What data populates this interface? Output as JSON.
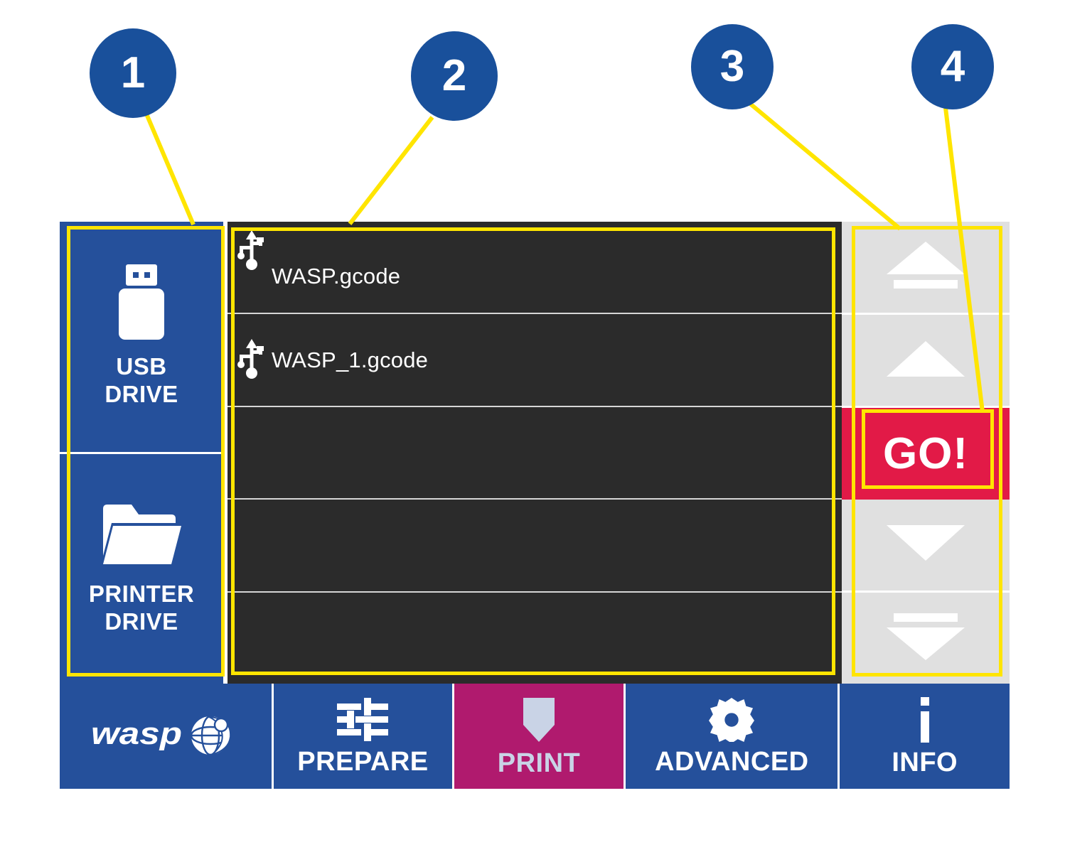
{
  "callouts": [
    {
      "number": "1",
      "target": "usb-drive-sidebar"
    },
    {
      "number": "2",
      "target": "file-list"
    },
    {
      "number": "3",
      "target": "navigation-column"
    },
    {
      "number": "4",
      "target": "go-button"
    }
  ],
  "sidebar": {
    "items": [
      {
        "icon": "usb-stick-icon",
        "label_line1": "USB",
        "label_line2": "DRIVE"
      },
      {
        "icon": "folder-icon",
        "label_line1": "PRINTER",
        "label_line2": "DRIVE"
      }
    ]
  },
  "file_list": {
    "rows": [
      {
        "icon": "usb-symbol-icon",
        "name": "WASP.gcode",
        "empty": false
      },
      {
        "icon": "usb-symbol-icon",
        "name": "WASP_1.gcode",
        "empty": false
      },
      {
        "icon": "",
        "name": "",
        "empty": true
      },
      {
        "icon": "",
        "name": "",
        "empty": true
      },
      {
        "icon": "",
        "name": "",
        "empty": true
      }
    ]
  },
  "nav_column": {
    "buttons": [
      {
        "name": "page-up-icon",
        "label": ""
      },
      {
        "name": "scroll-up-icon",
        "label": ""
      },
      {
        "name": "go-button",
        "label": "GO!"
      },
      {
        "name": "scroll-down-icon",
        "label": ""
      },
      {
        "name": "page-down-icon",
        "label": ""
      }
    ]
  },
  "toolbar": {
    "tabs": [
      {
        "id": "wasp-logo",
        "label": "wasp",
        "icon": "wasp-globe-logo",
        "active": false
      },
      {
        "id": "prepare",
        "label": "PREPARE",
        "icon": "sliders-icon",
        "active": false
      },
      {
        "id": "print",
        "label": "PRINT",
        "icon": "shield-arrow-icon",
        "active": true
      },
      {
        "id": "advanced",
        "label": "ADVANCED",
        "icon": "gear-icon",
        "active": false
      },
      {
        "id": "info",
        "label": "INFO",
        "icon": "info-i-icon",
        "active": false
      }
    ]
  },
  "colors": {
    "brand_blue": "#25509b",
    "badge_blue": "#19509b",
    "accent_magenta": "#b01a6e",
    "go_red": "#e21a47",
    "highlight_yellow": "#ffe500",
    "list_background": "#2b2b2b",
    "nav_gray": "#e0e0e0"
  }
}
